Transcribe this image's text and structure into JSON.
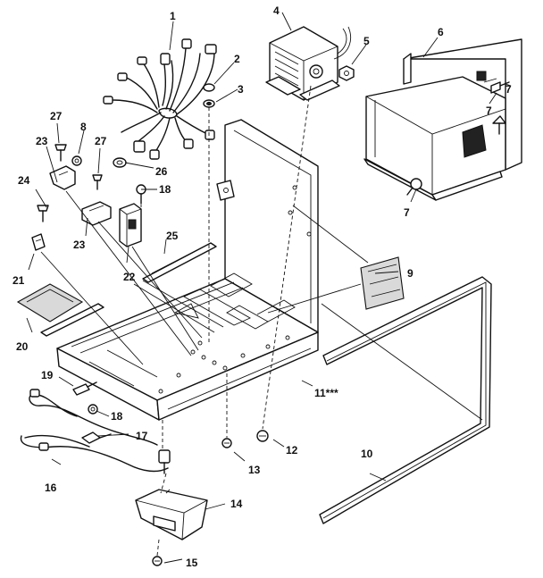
{
  "callouts": [
    {
      "id": "c1",
      "text": "1"
    },
    {
      "id": "c2",
      "text": "2"
    },
    {
      "id": "c3",
      "text": "3"
    },
    {
      "id": "c4",
      "text": "4"
    },
    {
      "id": "c5",
      "text": "5"
    },
    {
      "id": "c6",
      "text": "6"
    },
    {
      "id": "c7a",
      "text": "7"
    },
    {
      "id": "c7b",
      "text": "7"
    },
    {
      "id": "c7c",
      "text": "7"
    },
    {
      "id": "c8",
      "text": "8"
    },
    {
      "id": "c9",
      "text": "9"
    },
    {
      "id": "c10",
      "text": "10"
    },
    {
      "id": "c11",
      "text": "11***"
    },
    {
      "id": "c12",
      "text": "12"
    },
    {
      "id": "c13",
      "text": "13"
    },
    {
      "id": "c14",
      "text": "14"
    },
    {
      "id": "c15",
      "text": "15"
    },
    {
      "id": "c16",
      "text": "16"
    },
    {
      "id": "c17",
      "text": "17"
    },
    {
      "id": "c18a",
      "text": "18"
    },
    {
      "id": "c18b",
      "text": "18"
    },
    {
      "id": "c19",
      "text": "19"
    },
    {
      "id": "c20",
      "text": "20"
    },
    {
      "id": "c21",
      "text": "21"
    },
    {
      "id": "c22",
      "text": "22"
    },
    {
      "id": "c23a",
      "text": "23"
    },
    {
      "id": "c23b",
      "text": "23"
    },
    {
      "id": "c24",
      "text": "24"
    },
    {
      "id": "c25",
      "text": "25"
    },
    {
      "id": "c26",
      "text": "26"
    },
    {
      "id": "c27a",
      "text": "27"
    },
    {
      "id": "c27b",
      "text": "27"
    }
  ]
}
